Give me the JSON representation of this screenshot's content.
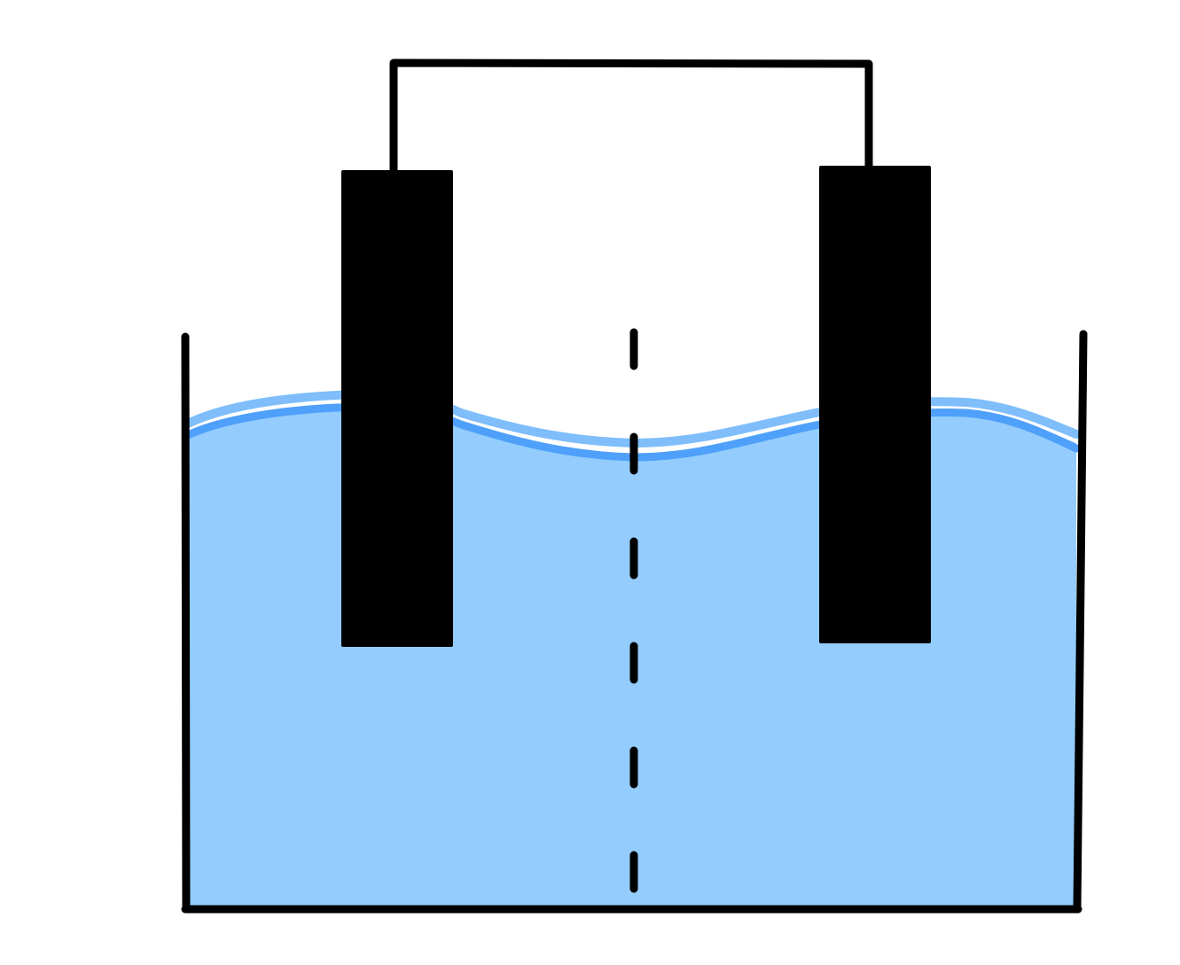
{
  "diagram": {
    "components": [
      "beaker",
      "electrolyte",
      "left-electrode",
      "right-electrode",
      "connecting-wire",
      "porous-partition"
    ],
    "colors": {
      "background": "#ffffff",
      "stroke": "#000000",
      "electrode": "#000000",
      "electrolyte_fill": "#93ccfd",
      "electrolyte_surface_light": "#7fbdfb",
      "electrolyte_surface": "#4ea0fa"
    },
    "partition_style": "dashed",
    "labels": []
  }
}
